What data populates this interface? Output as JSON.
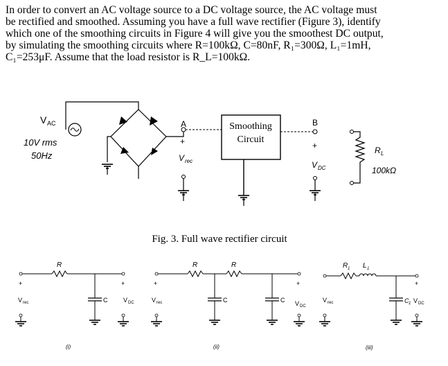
{
  "question": {
    "lines": [
      "In order to convert an AC voltage source to a DC voltage source, the AC voltage must",
      "be rectified and smoothed. Assuming you have a full wave rectifier (Figure 3), identify",
      "which one of the smoothing circuits in Figure 4 will give you the smoothest DC output,",
      "by simulating the smoothing circuits where R=100kΩ, C=80nF, R₁=300Ω, L₁=1mH,",
      "C₁=253μF. Assume that the load resistor is R_L=100kΩ."
    ]
  },
  "figure3": {
    "source_label": "V",
    "source_label_sub": "AC",
    "source_voltage": "10V rms",
    "source_frequency": "50Hz",
    "node_a": "A",
    "node_b": "B",
    "vrec_label": "V",
    "vrec_sub": "rec",
    "smoothing_line1": "Smoothing",
    "smoothing_line2": "Circuit",
    "vdc_label": "V",
    "vdc_sub": "DC",
    "rl_label": "R",
    "rl_sub": "L",
    "rl_value": "100kΩ",
    "caption": "Fig. 3. Full wave rectifier circuit"
  },
  "figure4": {
    "circuit_i": {
      "r_label": "R",
      "vrec": "V",
      "vrec_sub": "rec",
      "c_label": "C",
      "vdc": "V",
      "vdc_sub": "DC",
      "caption": "(i)"
    },
    "circuit_ii": {
      "r1_label": "R",
      "r2_label": "R",
      "vrec": "V",
      "vrec_sub": "rec",
      "c1_label": "C",
      "c2_label": "C",
      "vdc": "V",
      "vdc_sub": "DC",
      "caption": "(ii)"
    },
    "circuit_iii": {
      "r_label": "R",
      "r_sub": "1",
      "l_label": "L",
      "l_sub": "1",
      "vrec": "V",
      "vrec_sub": "rec",
      "c_label": "C",
      "c_sub": "1",
      "vdc": "V",
      "vdc_sub": "DC",
      "caption": "(iii)"
    },
    "plus": "+",
    "minus": "-"
  }
}
